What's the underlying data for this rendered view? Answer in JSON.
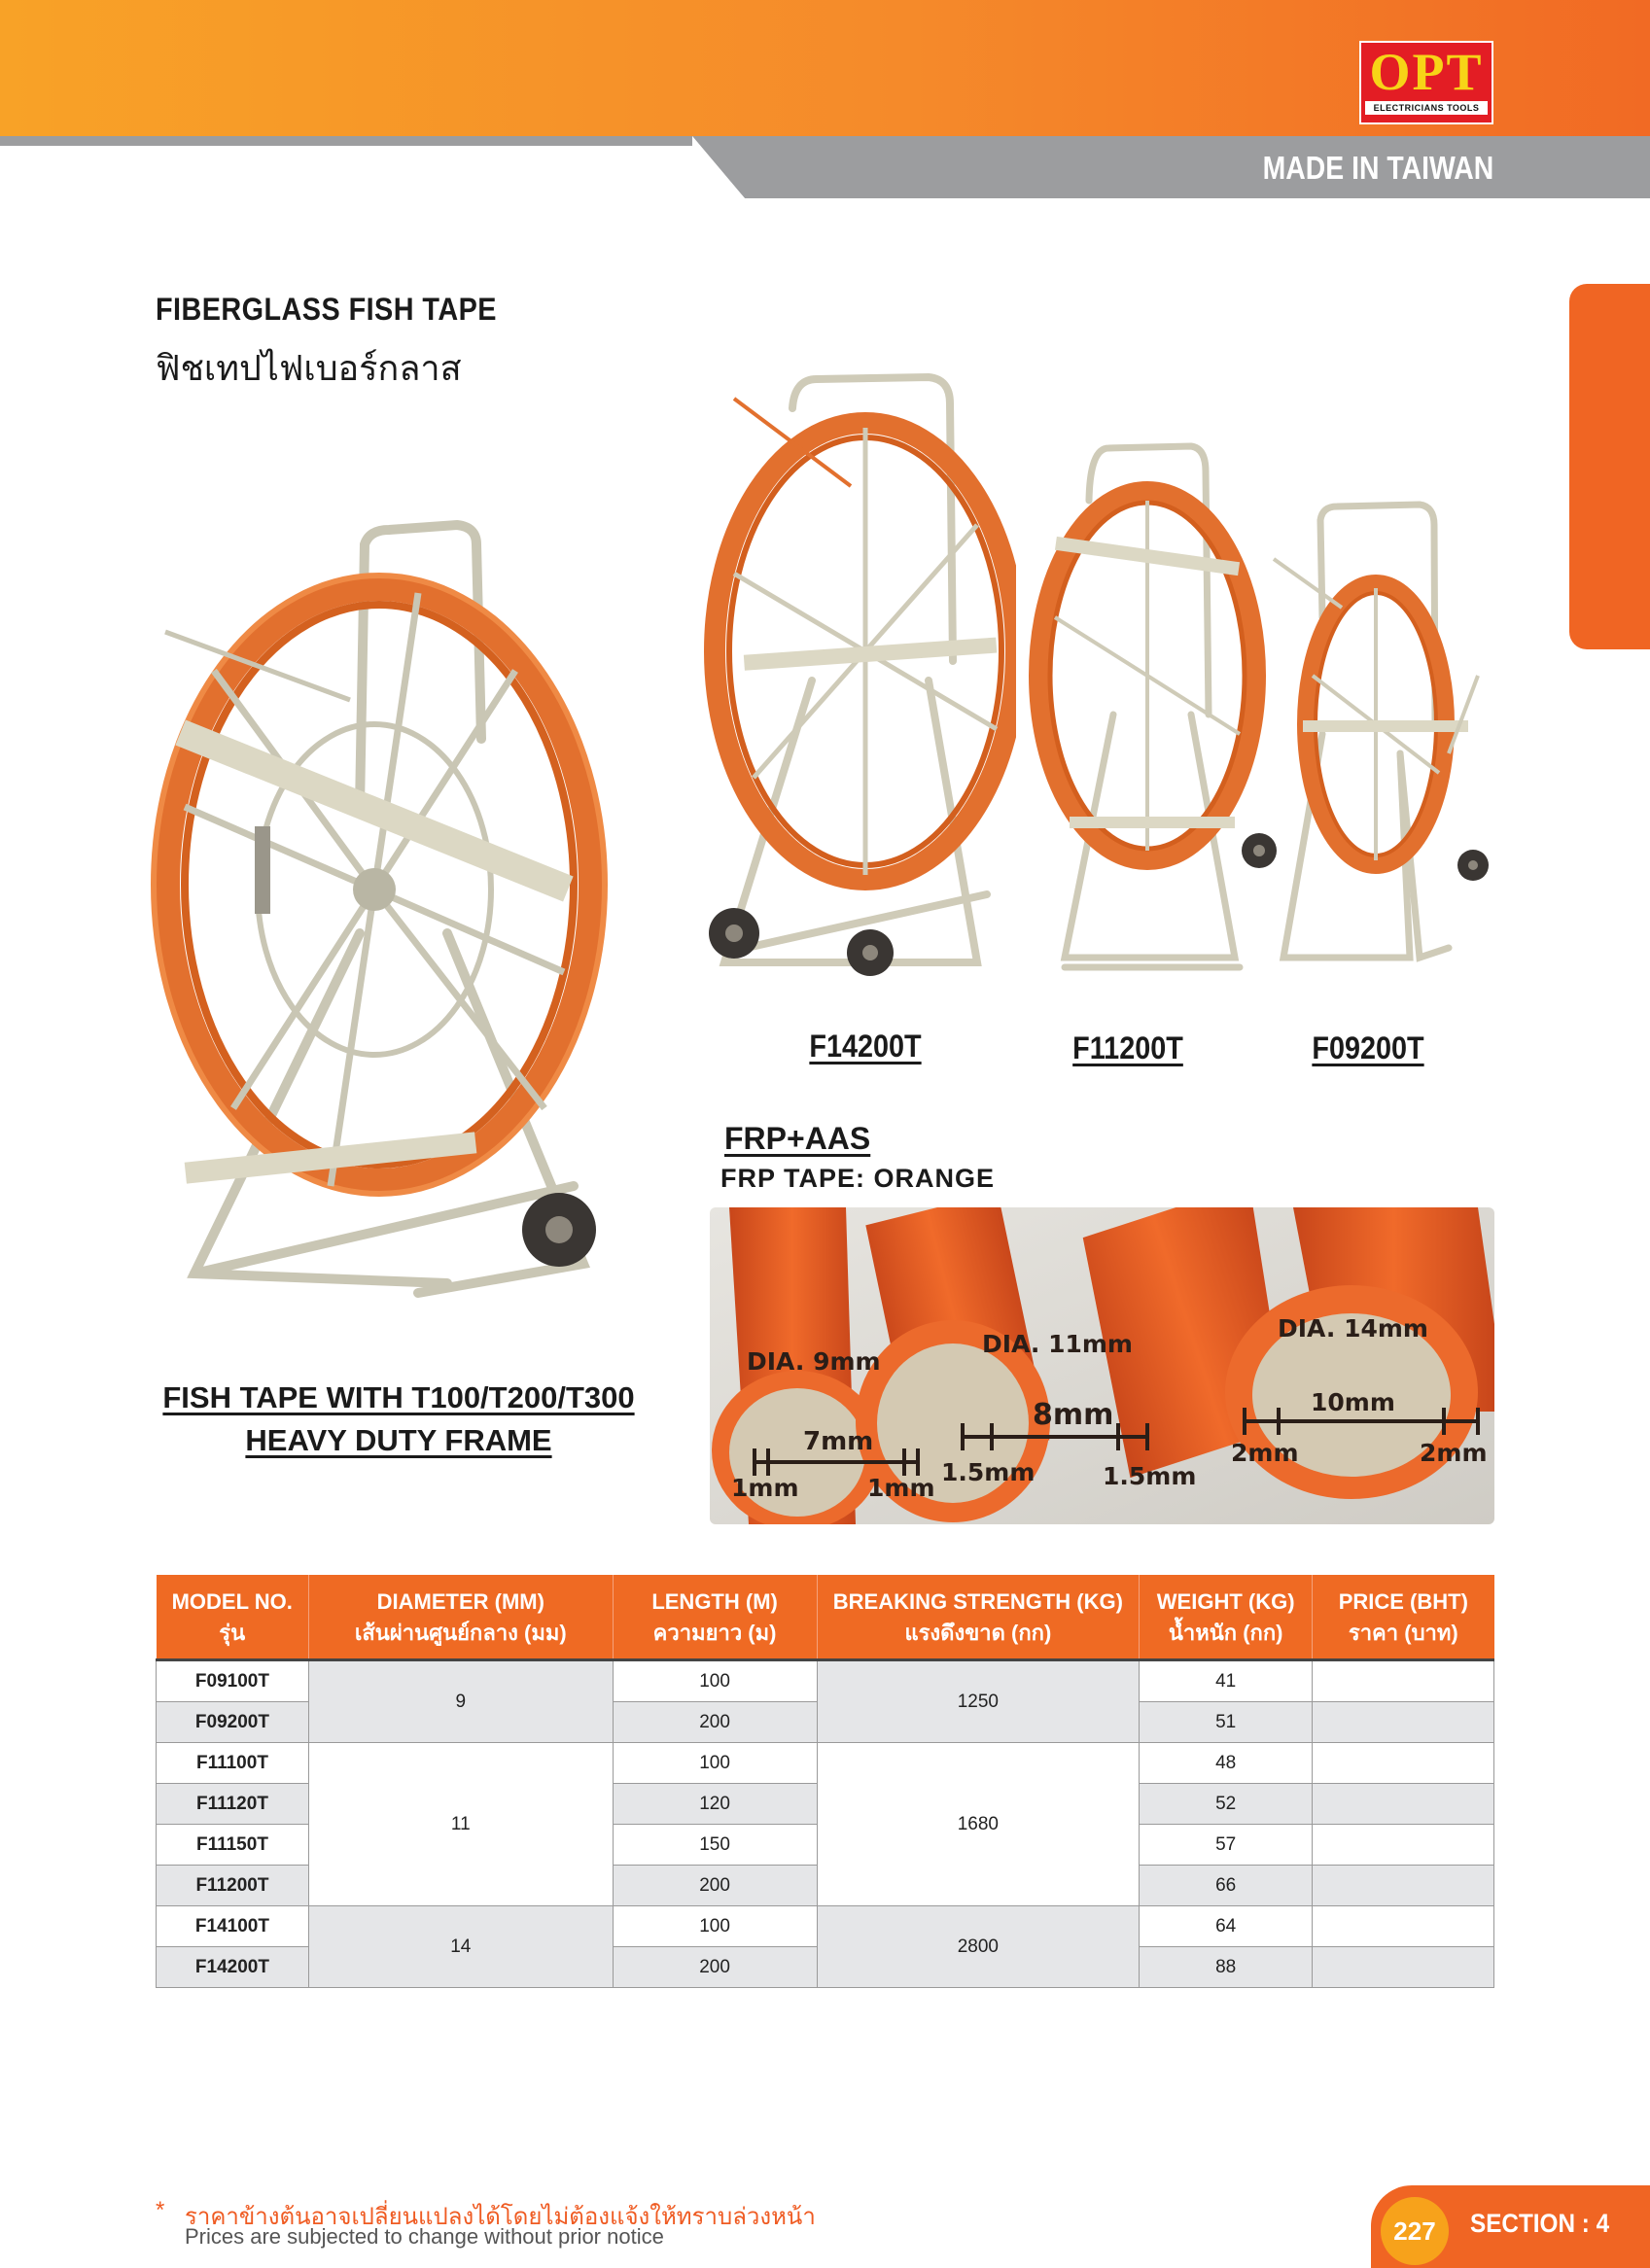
{
  "brand": {
    "logo_text": "OPT",
    "logo_subtext": "ELECTRICIANS TOOLS",
    "origin": "MADE IN TAIWAN"
  },
  "product": {
    "title_en": "FIBERGLASS FISH TAPE",
    "title_th": "ฟิชเทปไฟเบอร์กลาส",
    "models_shown": [
      "F14200T",
      "F11200T",
      "F09200T"
    ],
    "frame_caption_line1": "FISH TAPE WITH T100/T200/T300",
    "frame_caption_line2": "HEAVY DUTY FRAME",
    "material": "FRP+AAS",
    "tape_color": "FRP TAPE: ORANGE"
  },
  "cross_sections": [
    {
      "dia": "DIA. 9mm",
      "core": "7mm",
      "wall_left": "1mm",
      "wall_right": "1mm"
    },
    {
      "dia": "DIA. 11mm",
      "core": "8mm",
      "wall_left": "1.5mm",
      "wall_right": "1.5mm"
    },
    {
      "dia": "DIA. 14mm",
      "core": "10mm",
      "wall_left": "2mm",
      "wall_right": "2mm"
    }
  ],
  "table": {
    "headers": [
      {
        "en": "MODEL NO.",
        "th": "รุ่น"
      },
      {
        "en": "DIAMETER (MM)",
        "th": "เส้นผ่านศูนย์กลาง (มม)"
      },
      {
        "en": "LENGTH (M)",
        "th": "ความยาว (ม)"
      },
      {
        "en": "BREAKING STRENGTH (KG)",
        "th": "แรงดึงขาด (กก)"
      },
      {
        "en": "WEIGHT (KG)",
        "th": "น้ำหนัก (กก)"
      },
      {
        "en": "PRICE (BHT)",
        "th": "ราคา (บาท)"
      }
    ],
    "rows": [
      {
        "model": "F09100T",
        "length": "100",
        "weight": "41",
        "price": ""
      },
      {
        "model": "F09200T",
        "length": "200",
        "weight": "51",
        "price": ""
      },
      {
        "model": "F11100T",
        "length": "100",
        "weight": "48",
        "price": ""
      },
      {
        "model": "F11120T",
        "length": "120",
        "weight": "52",
        "price": ""
      },
      {
        "model": "F11150T",
        "length": "150",
        "weight": "57",
        "price": ""
      },
      {
        "model": "F11200T",
        "length": "200",
        "weight": "66",
        "price": ""
      },
      {
        "model": "F14100T",
        "length": "100",
        "weight": "64",
        "price": ""
      },
      {
        "model": "F14200T",
        "length": "200",
        "weight": "88",
        "price": ""
      }
    ],
    "groups": [
      {
        "diameter": "9",
        "strength": "1250"
      },
      {
        "diameter": "11",
        "strength": "1680"
      },
      {
        "diameter": "14",
        "strength": "2800"
      }
    ]
  },
  "footer": {
    "asterisk": "*",
    "note_th": "ราคาข้างต้นอาจเปลี่ยนแปลงได้โดยไม่ต้องแจ้งให้ทราบล่วงหน้า",
    "note_en": "Prices are subjected to change without prior notice",
    "page_number": "227",
    "section": "SECTION : 4"
  },
  "colors": {
    "accent": "#f06523",
    "header_gradient_start": "#f8a227",
    "grey_band": "#9c9d9f",
    "table_header": "#ef6a23",
    "tape": "#e8642a"
  }
}
